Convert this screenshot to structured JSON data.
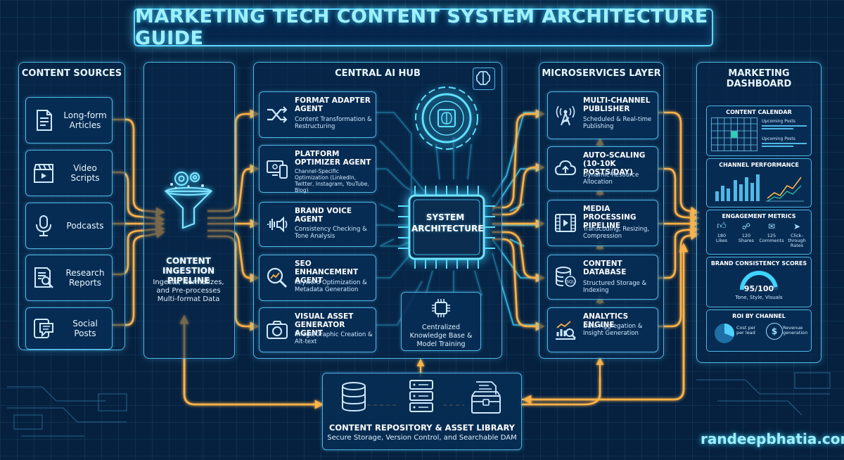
{
  "title": "MARKETING TECH CONTENT SYSTEM ARCHITECTURE GUIDE",
  "colors": {
    "background": "#06213f",
    "panel_border": "#4fb8e6",
    "accent_cyan": "#5fd6ff",
    "arrow_orange": "#ffb347",
    "text": "#e8f6ff"
  },
  "sources": {
    "title": "CONTENT SOURCES",
    "items": [
      {
        "label": "Long-form Articles",
        "icon": "document-icon"
      },
      {
        "label": "Video Scripts",
        "icon": "clapperboard-icon"
      },
      {
        "label": "Podcasts",
        "icon": "microphone-icon"
      },
      {
        "label": "Research Reports",
        "icon": "report-magnifier-icon"
      },
      {
        "label": "Social Posts",
        "icon": "chat-bubble-icon"
      }
    ]
  },
  "ingestion": {
    "title": "CONTENT INGESTION PIPELINE",
    "desc": "Ingests, Normalizes, and Pre-processes Multi-format Data",
    "icon": "funnel-gear-icon"
  },
  "hub": {
    "title": "CENTRAL AI HUB",
    "chip_label": "SYSTEM ARCHITECTURE",
    "knowledge_label": "Centralized Knowledge Base & Model Training",
    "agents": [
      {
        "title": "FORMAT ADAPTER AGENT",
        "desc": "Content Transformation & Restructuring",
        "icon": "shuffle-icon"
      },
      {
        "title": "PLATFORM OPTIMIZER AGENT",
        "desc": "Channel-Specific Optimization (LinkedIn, Twitter, Instagram, YouTube, Blog)",
        "icon": "devices-icon"
      },
      {
        "title": "BRAND VOICE AGENT",
        "desc": "Consistency Checking & Tone Analysis",
        "icon": "sound-wave-icon"
      },
      {
        "title": "SEO ENHANCEMENT AGENT",
        "desc": "Keyword Optimization & Metadata Generation",
        "icon": "seo-magnifier-icon"
      },
      {
        "title": "VISUAL ASSET GENERATOR AGENT",
        "desc": "Image/Graphic Creation & Alt-text",
        "icon": "camera-icon"
      }
    ]
  },
  "microservices": {
    "title": "MICROSERVICES LAYER",
    "items": [
      {
        "title": "MULTI-CHANNEL PUBLISHER",
        "desc": "Scheduled & Real-time Publishing",
        "icon": "broadcast-tower-icon"
      },
      {
        "title": "AUTO-SCALING (10-10K POSTS/DAY)",
        "desc": "Dynamic Resource Allocation",
        "icon": "cloud-upload-icon"
      },
      {
        "title": "MEDIA PROCESSING PIPELINE",
        "desc": "Transcoding, Resizing, Compression",
        "icon": "film-icon"
      },
      {
        "title": "CONTENT DATABASE",
        "desc": "Structured Storage & Indexing",
        "icon": "database-icon"
      },
      {
        "title": "ANALYTICS ENGINE",
        "desc": "Data Aggregation & Insight Generation",
        "icon": "analytics-icon"
      }
    ]
  },
  "dashboard": {
    "title": "MARKETING DASHBOARD",
    "calendar": {
      "title": "CONTENT CALENDAR",
      "note1": "Upcoming Posts",
      "note2": "Upcoming Posts"
    },
    "performance": {
      "title": "CHANNEL PERFORMANCE"
    },
    "engagement": {
      "title": "ENGAGEMENT METRICS",
      "metrics": [
        {
          "value": "180",
          "label": "Likes",
          "icon": "thumbs-up-icon"
        },
        {
          "value": "120",
          "label": "Shares",
          "icon": "share-icon"
        },
        {
          "value": "125",
          "label": "Comments",
          "icon": "comment-icon"
        },
        {
          "value": "",
          "label": "Click-through Rates",
          "icon": "cursor-icon"
        }
      ]
    },
    "brand": {
      "title": "BRAND CONSISTENCY SCORES",
      "score": "95/100",
      "score_value": 95,
      "caption": "Tone, Style, Visuals"
    },
    "roi": {
      "title": "ROI BY CHANNEL",
      "item1": "Cost per per lead",
      "item2": "Revenue generation"
    }
  },
  "repository": {
    "title": "CONTENT REPOSITORY & ASSET LIBRARY",
    "desc": "Secure Storage, Version Control, and Searchable DAM"
  },
  "watermark": "randeepbhatia.com"
}
